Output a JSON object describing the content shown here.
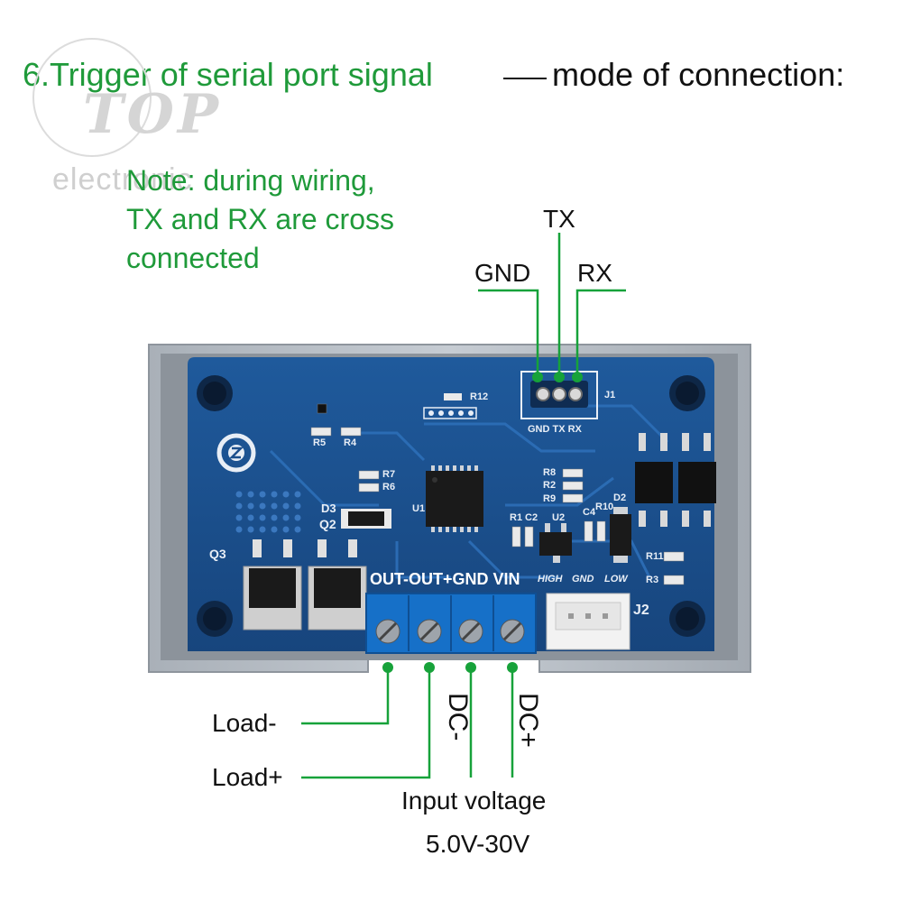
{
  "heading": {
    "green_text": "6.Trigger of serial port signal",
    "black_text": "mode of connection:"
  },
  "note": {
    "line1": "Note: during wiring,",
    "line2": "TX and RX are cross",
    "line3": "connected"
  },
  "watermark": {
    "brand": "TOP",
    "sub": "electronic"
  },
  "serial_pins": {
    "gnd": "GND",
    "tx": "TX",
    "rx": "RX"
  },
  "board_silk": {
    "j1": "J1",
    "j1_pins": "GND TX  RX",
    "r12": "R12",
    "r5": "R5",
    "r4": "R4",
    "r7": "R7",
    "r6": "R6",
    "r8": "R8",
    "r2": "R2",
    "r9": "R9",
    "r1": "R1",
    "c2": "C2",
    "u1": "U1",
    "u2": "U2",
    "c4": "C4",
    "r10": "R10",
    "d2": "D2",
    "d3": "D3",
    "q2": "Q2",
    "q3": "Q3",
    "r11": "R11",
    "r3": "R3",
    "j2": "J2",
    "high": "HIGH",
    "gnd2": "GND",
    "low": "LOW"
  },
  "terminal_labels": "OUT-OUT+GND VIN",
  "wiring": {
    "load_minus": "Load-",
    "load_plus": "Load+",
    "dc_minus": "DC-",
    "dc_plus": "DC+",
    "input_line1": "Input voltage",
    "input_line2": "5.0V-30V"
  },
  "colors": {
    "accent_green": "#1f9a3a",
    "wire_green": "#17a23a",
    "pcb_blue": "#1c4f8c",
    "terminal_blue": "#1670c8",
    "case_gray": "#b9c0c8"
  }
}
